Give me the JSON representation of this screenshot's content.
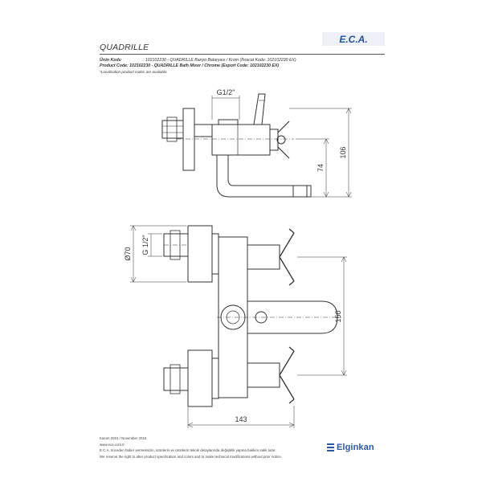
{
  "header": {
    "product_name": "QUADRILLE",
    "logo_text": "E.C.A."
  },
  "info": {
    "tr_label": "Ürün Kodu",
    "tr_text": ": 102102230 - QUADRILLE Banyo Bataryası / Krom (İhracat Kodu: 102102230 EX)",
    "en_text": "Product Code: 102102230 - QUADRILLE Bath Mixer / Chrome (Export Code: 102102230 EX)",
    "note": "*Localisation product codes are available."
  },
  "dimensions": {
    "thread_top": "G1/2\"",
    "height_106": "106",
    "height_74": "74",
    "diameter_70": "Ø70",
    "thread_side": "G 1/2\"",
    "height_150": "150",
    "width_143": "143"
  },
  "footer": {
    "date": "Kasım 2015 / November 2015",
    "website": "www.eca.com.tr",
    "disclaimer_tr": "E.C.A. önceden haber vermeksizin, ürünlerin ve ürünlerin teknik detaylarında değişiklik yapma hakkını saklı tutar.",
    "disclaimer_en": "We reserve the right to alter product specification and colors and to make technical modifications without prior notice."
  },
  "brand": {
    "name": "Elginkan"
  },
  "colors": {
    "brand_blue": "#2a59a8",
    "logo_blue": "#1f4f9c",
    "line": "#333333"
  }
}
